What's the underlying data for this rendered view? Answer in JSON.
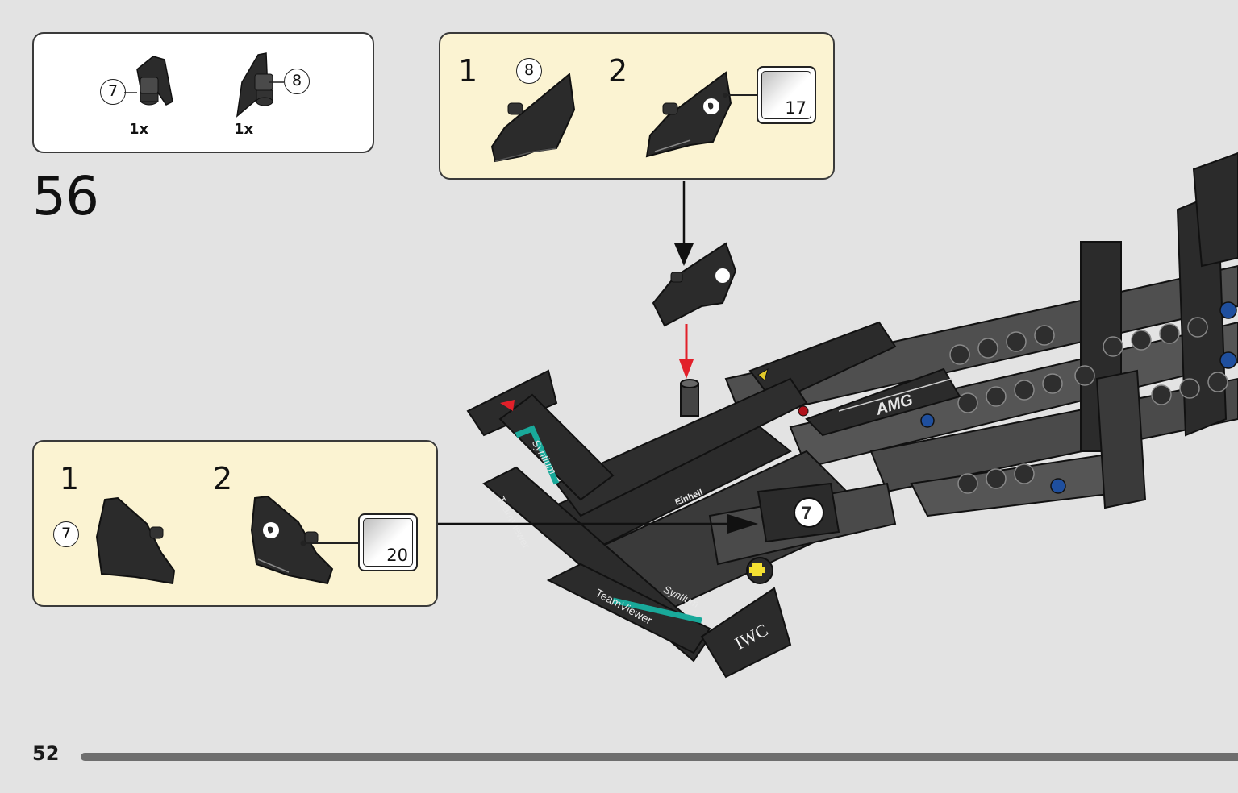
{
  "step": {
    "number": "56"
  },
  "page": {
    "number": "52"
  },
  "parts_list": {
    "items": [
      {
        "callout": "7",
        "quantity": "1x"
      },
      {
        "callout": "8",
        "quantity": "1x"
      }
    ]
  },
  "sub_assembly_top": {
    "steps": [
      {
        "index": "1",
        "callout": "8"
      },
      {
        "index": "2",
        "sticker": "17"
      }
    ]
  },
  "sub_assembly_bottom": {
    "steps": [
      {
        "index": "1",
        "callout": "7"
      },
      {
        "index": "2",
        "sticker": "20"
      }
    ]
  },
  "model_decals": [
    "AMG",
    "IWC",
    "TeamViewer",
    "Syntium",
    "Einhell"
  ],
  "colors": {
    "background": "#e3e3e3",
    "callout_panel": "#fbf3d2",
    "part_black": "#2b2b2b",
    "part_grey": "#5a5a5a",
    "teal_accent": "#19a99a",
    "insert_arrow": "#e2202a"
  }
}
